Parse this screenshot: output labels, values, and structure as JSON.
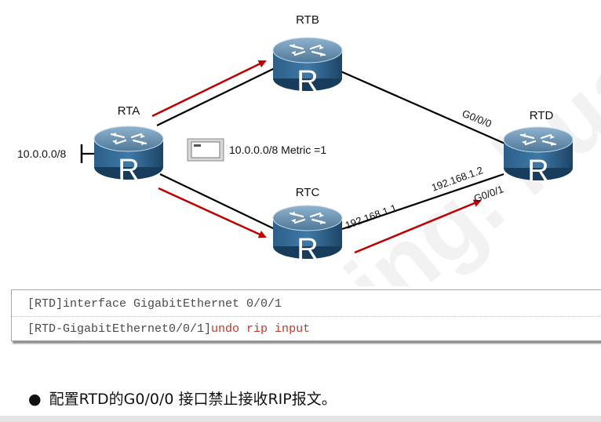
{
  "diagram": {
    "routers": [
      {
        "id": "RTA",
        "label": "RTA"
      },
      {
        "id": "RTB",
        "label": "RTB"
      },
      {
        "id": "RTC",
        "label": "RTC"
      },
      {
        "id": "RTD",
        "label": "RTD"
      }
    ],
    "router_glyph": "R",
    "network_label": "10.0.0.0/8",
    "update_label": "10.0.0.0/8 Metric =1",
    "interface_labels": {
      "rtd_upper": "G0/0/0",
      "rtd_lower": "G0/0/1",
      "rtc_ip": "192.168.1.1",
      "rtd_ip": "192.168.1.2"
    },
    "colors": {
      "link": "#000000",
      "arrow": "#c00000",
      "router_top": "#5f88a8",
      "router_body": "#1f4e79"
    }
  },
  "code": {
    "lines": [
      {
        "prompt": "[RTD]",
        "cmd": "interface GigabitEthernet 0/0/1"
      },
      {
        "prompt": "[RTD-GigabitEthernet0/0/1]",
        "cmd": "undo rip input"
      }
    ]
  },
  "bullet": {
    "text": "配置RTD的G0/0/0 接口禁止接收RIP报文。"
  },
  "watermark": "ning. hua"
}
